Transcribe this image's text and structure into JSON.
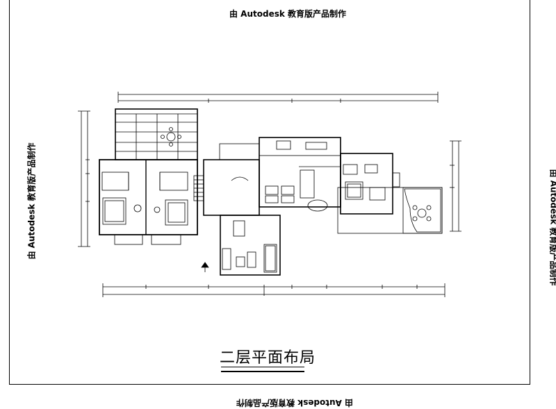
{
  "watermark": {
    "top": "由 Autodesk 教育版产品制作",
    "bottom": "由 Autodesk 教育版产品制作",
    "left": "由 Autodesk 教育版产品制作",
    "right": "由 Autodesk 教育版产品制作"
  },
  "plan": {
    "title": "二层平面布局"
  }
}
